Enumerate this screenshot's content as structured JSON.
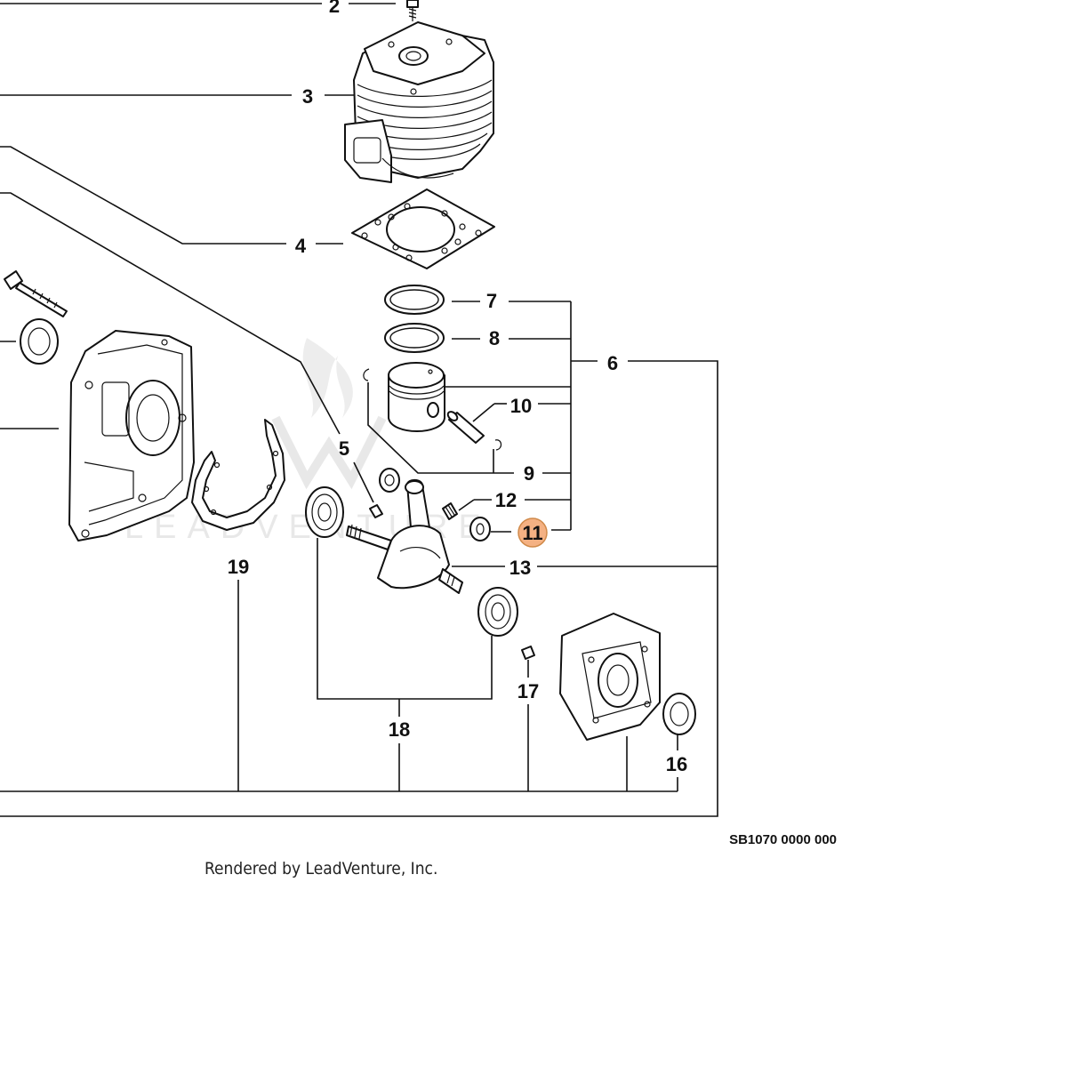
{
  "diagram": {
    "callouts": {
      "c2": "2",
      "c3": "3",
      "c4": "4",
      "c5": "5",
      "c6": "6",
      "c7": "7",
      "c8": "8",
      "c9": "9",
      "c10": "10",
      "c11": "11",
      "c12": "12",
      "c13": "13",
      "c16": "16",
      "c17": "17",
      "c18": "18",
      "c19": "19"
    },
    "highlighted_callout": "11",
    "highlight_color": "#f4b183",
    "highlight_stroke": "#d08a4a",
    "diagram_code": "SB1070 0000 000",
    "credit": "Rendered by LeadVenture, Inc.",
    "watermark": "LEADVENTURE"
  }
}
